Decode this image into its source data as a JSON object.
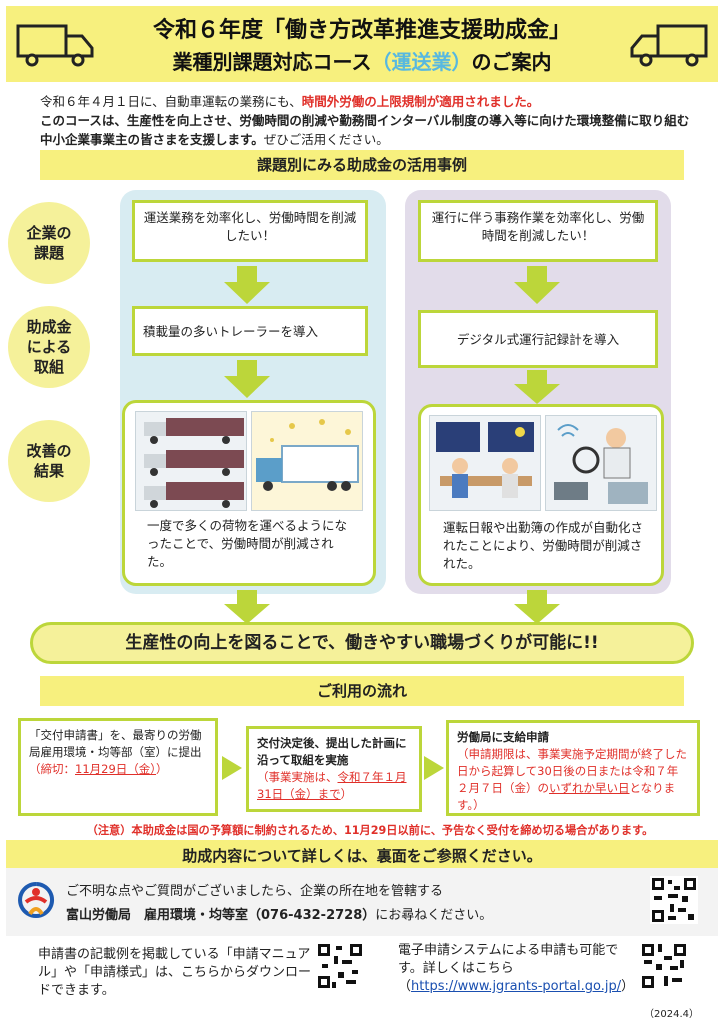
{
  "header": {
    "title_line1": "令和６年度「働き方改革推進支援助成金」",
    "title_line2_a": "業種別課題対応コース",
    "title_line2_b": "（運送業）",
    "title_line2_c": "のご案内"
  },
  "intro": {
    "line1_a": "令和６年４月１日に、自動車運転の業務にも、",
    "line1_red": "時間外労働の上限規制が適用されました。",
    "line2_bold": "このコースは、生産性を向上させ、労働時間の削減や勤務間インターバル制度の導入等に向けた環境整備に取り組む中小企業事業主の皆さまを支援します。",
    "line2_tail": "ぜひご活用ください。"
  },
  "section_cases": "課題別にみる助成金の活用事例",
  "row_labels": {
    "issue": "企業の課題",
    "approach": "助成金による取組",
    "result": "改善の結果"
  },
  "cases": {
    "left": {
      "issue": "運送業務を効率化し、労働時間を削減したい！",
      "approach": "積載量の多いトレーラーを導入",
      "result": "一度で多くの荷物を運べるようになったことで、労働時間が削減された。"
    },
    "right": {
      "issue": "運行に伴う事務作業を効率化し、労働時間を削減したい！",
      "approach": "デジタル式運行記録計を導入",
      "result": "運転日報や出勤簿の作成が自動化されたことにより、労働時間が削減された。"
    }
  },
  "conclusion": "生産性の向上を図ることで、働きやすい職場づくりが可能に!!",
  "section_flow": "ご利用の流れ",
  "flow": {
    "step1_a": "「交付申請書」を、最寄りの労働局雇用環境・均等部（室）に提出",
    "step1_b_prefix": "（締切：",
    "step1_b_date": "11月29日（金）",
    "step1_b_suffix": "）",
    "step2_a": "交付決定後、提出した計画に沿って取組を実施",
    "step2_b_prefix": "（事業実施は、",
    "step2_b_date": "令和７年１月31日（金）まで",
    "step2_b_suffix": "）",
    "step3_a": "労働局に支給申請",
    "step3_b_prefix": "（申請期限は、事業実施予定期間が終了した日から起算して30日後の日または令和７年２月７日（金）の",
    "step3_b_u": "いずれか早い日",
    "step3_b_suffix": "となります。）"
  },
  "notice": "（注意）本助成金は国の予算額に制約されるため、11月29日以前に、予告なく受付を締め切る場合があります。",
  "details_bar": "助成内容について詳しくは、裏面をご参照ください。",
  "contact": {
    "line1": "ご不明な点やご質問がございましたら、企業の所在地を管轄する",
    "line2_bold": "富山労働局　雇用環境・均等室（076-432-2728）",
    "line2_tail": "にお尋ねください。"
  },
  "manual": "申請書の記載例を掲載している「申請マニュアル」や「申請様式」は、こちらからダウンロードできます。",
  "esys": {
    "text": "電子申請システムによる申請も可能です。詳しくはこちら",
    "paren_open": "（",
    "url": "https://www.jgrants-portal.go.jp/",
    "paren_close": "）"
  },
  "date": "（2024.4）",
  "colors": {
    "accent_yellow": "#f7f07e",
    "accent_green": "#bcd63a",
    "red": "#e0302a",
    "blue": "#57b8e0"
  }
}
